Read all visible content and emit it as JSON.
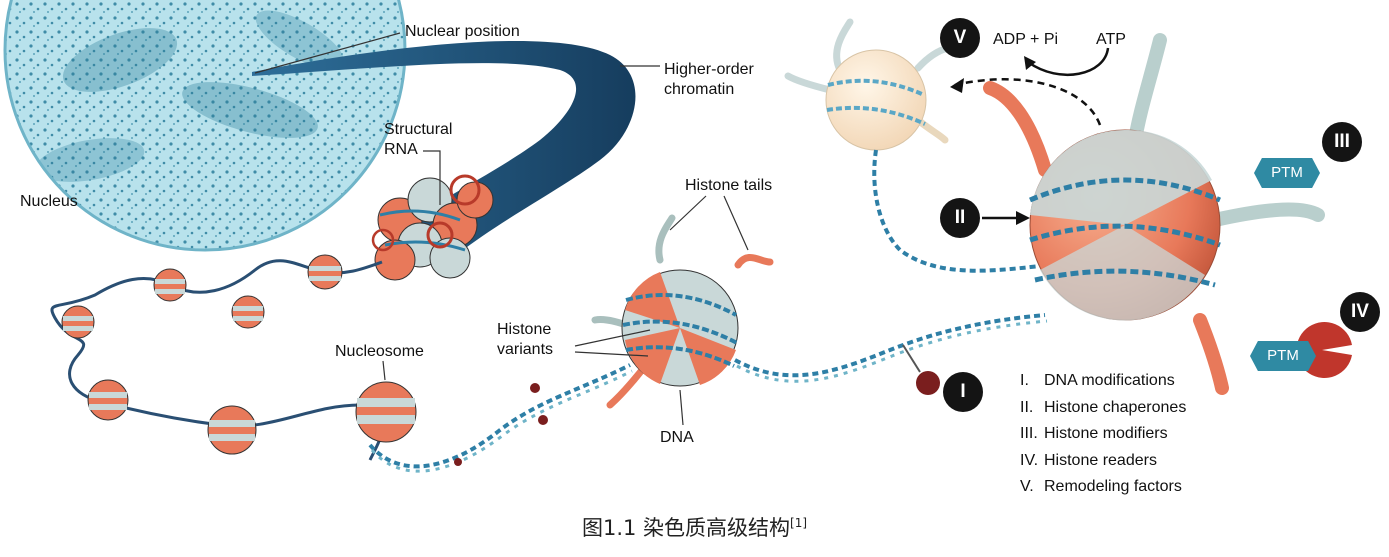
{
  "labels": {
    "nuclear_position": "Nuclear position",
    "higher_order_line1": "Higher-order",
    "higher_order_line2": "chromatin",
    "structural_line1": "Structural",
    "structural_line2": "RNA",
    "nucleus": "Nucleus",
    "histone_tails": "Histone tails",
    "histone_variants_line1": "Histone",
    "histone_variants_line2": "variants",
    "nucleosome": "Nucleosome",
    "dna": "DNA",
    "adp_pi": "ADP + Pi",
    "atp": "ATP",
    "ptm_top": "PTM",
    "ptm_bottom": "PTM"
  },
  "markers": {
    "i": "I",
    "ii": "II",
    "iii": "III",
    "iv": "IV",
    "v": "V"
  },
  "legend": [
    {
      "num": "I.",
      "text": "DNA modifications"
    },
    {
      "num": "II.",
      "text": "Histone chaperones"
    },
    {
      "num": "III.",
      "text": "Histone modifiers"
    },
    {
      "num": "IV.",
      "text": "Histone readers"
    },
    {
      "num": "V.",
      "text": "Remodeling factors"
    }
  ],
  "caption": {
    "text": "图1.1 染色质高级结构",
    "ref": "[1]"
  },
  "colors": {
    "nucleus_fill": "#b8e2ec",
    "chromatin_dark": "#1c4f78",
    "dna_blue": "#2e7fa6",
    "histone_orange": "#e8795a",
    "histone_grey": "#c9d8d8",
    "reader_red": "#c0362c",
    "ptm_teal": "#2f8aa3",
    "marker_black": "#141414"
  }
}
